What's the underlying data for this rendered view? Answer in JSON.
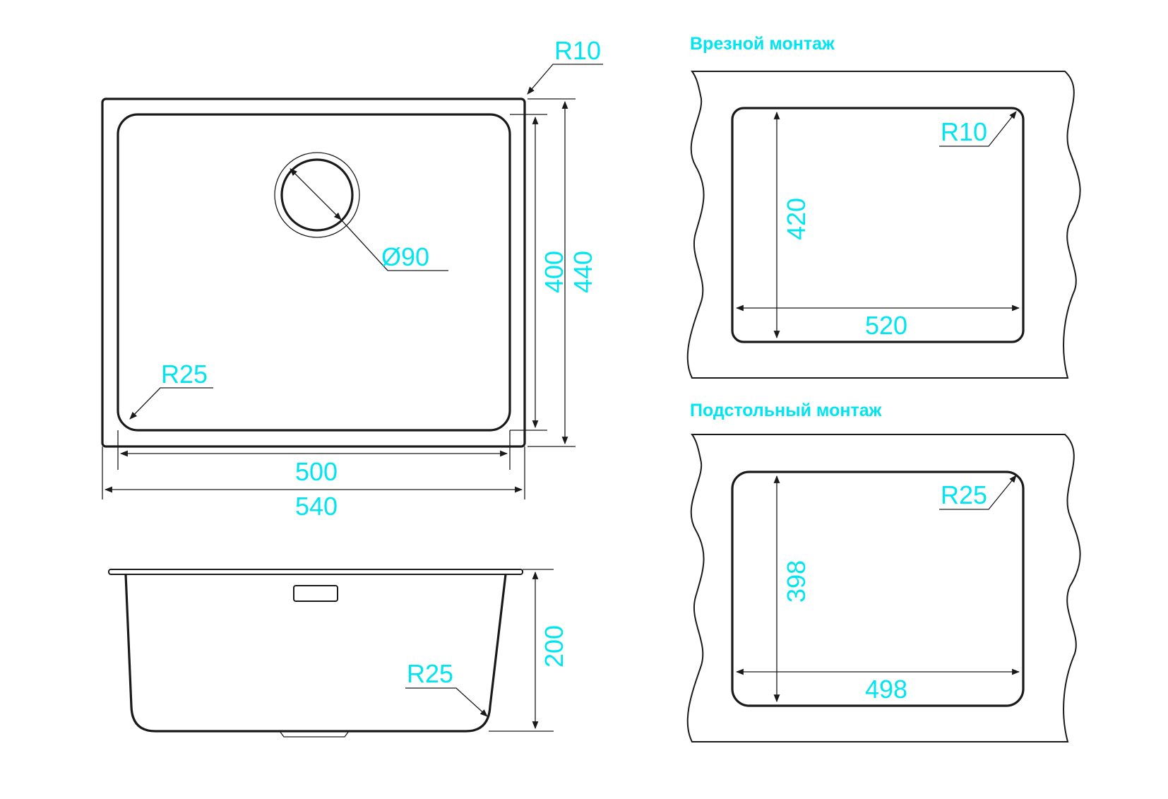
{
  "top_view": {
    "corner_outer_radius": "R10",
    "bowl_radius": "R25",
    "drain_diameter": "Ø90",
    "inner_height": "400",
    "outer_height": "440",
    "inner_width": "500",
    "outer_width": "540"
  },
  "side_view": {
    "bottom_radius": "R25",
    "depth": "200"
  },
  "flush_mount": {
    "title": "Врезной монтаж",
    "radius": "R10",
    "height": "420",
    "width": "520"
  },
  "undermount": {
    "title": "Подстольный  монтаж",
    "radius": "R25",
    "height": "398",
    "width": "498"
  },
  "colors": {
    "dimension_text": "#00e5f0",
    "linework": "#1a1a1a"
  }
}
